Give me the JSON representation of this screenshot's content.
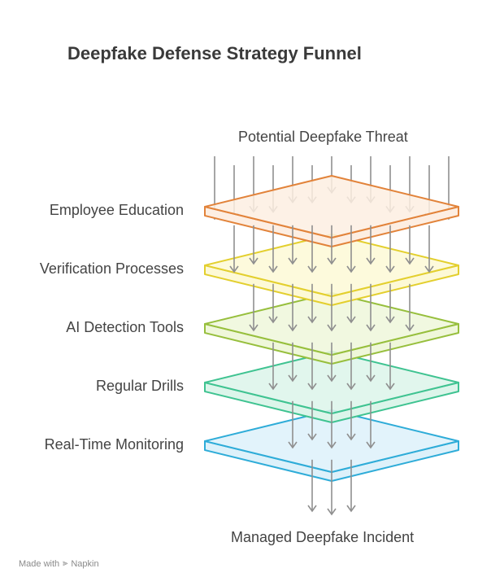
{
  "title": "Deepfake Defense Strategy Funnel",
  "input_label": "Potential Deepfake Threat",
  "output_label": "Managed Deepfake Incident",
  "layers": [
    {
      "label": "Employee Education",
      "stroke": "#e2833a",
      "fill": "#fdeee2"
    },
    {
      "label": "Verification Processes",
      "stroke": "#e3cf2e",
      "fill": "#fdf9d6"
    },
    {
      "label": "AI Detection Tools",
      "stroke": "#97bf3d",
      "fill": "#eff7da"
    },
    {
      "label": "Regular Drills",
      "stroke": "#3fc391",
      "fill": "#dcf5ea"
    },
    {
      "label": "Real-Time Monitoring",
      "stroke": "#2eacd8",
      "fill": "#ddf1fa"
    }
  ],
  "footer": {
    "made_with": "Made with",
    "brand": "Napkin",
    "brand_icon": "napkin-logo-icon"
  }
}
